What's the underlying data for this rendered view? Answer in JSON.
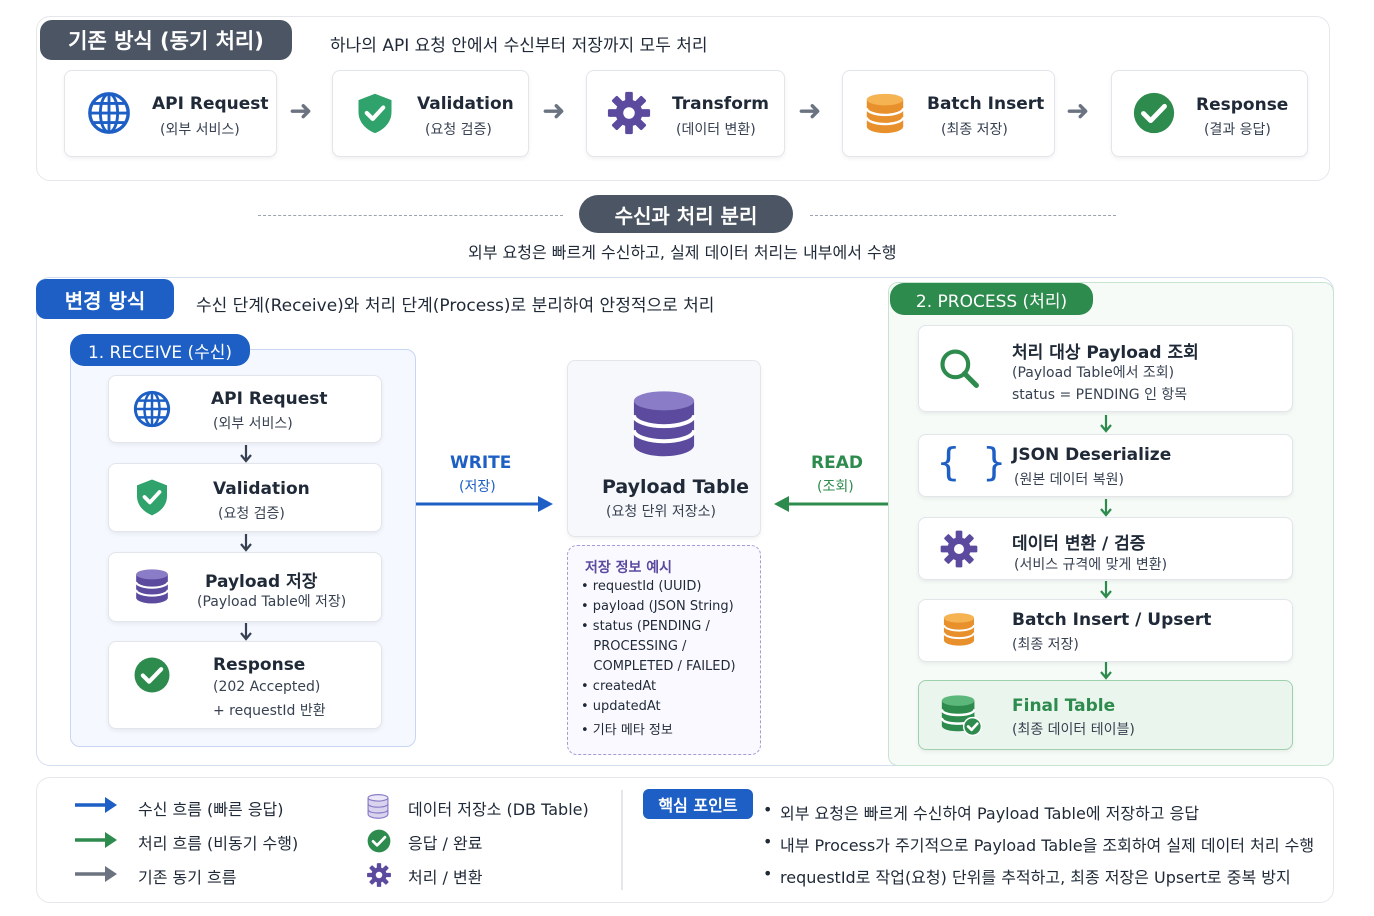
{
  "legacy": {
    "title": "기존 방식 (동기 처리)",
    "desc": "하나의 API 요청 안에서 수신부터 저장까지 모두 처리",
    "steps": [
      {
        "title": "API Request",
        "sub": "(외부 서비스)"
      },
      {
        "title": "Validation",
        "sub": "(요청 검증)"
      },
      {
        "title": "Transform",
        "sub": "(데이터 변환)"
      },
      {
        "title": "Batch Insert",
        "sub": "(최종 저장)"
      },
      {
        "title": "Response",
        "sub": "(결과 응답)"
      }
    ]
  },
  "divider": {
    "title": "수신과 처리 분리",
    "desc": "외부 요청은 빠르게 수신하고, 실제 데이터 처리는 내부에서 수행"
  },
  "changed": {
    "title": "변경 방식",
    "desc": "수신 단계(Receive)와 처리 단계(Process)로 분리하여 안정적으로 처리"
  },
  "receive": {
    "title": "1. RECEIVE (수신)",
    "steps": [
      {
        "title": "API Request",
        "sub": "(외부 서비스)"
      },
      {
        "title": "Validation",
        "sub": "(요청 검증)"
      },
      {
        "title": "Payload 저장",
        "sub": "(Payload Table에 저장)"
      },
      {
        "title": "Response",
        "sub": "(202 Accepted)",
        "sub2": "+ requestId 반환"
      }
    ]
  },
  "write": {
    "label": "WRITE",
    "sub": "(저장)"
  },
  "read": {
    "label": "READ",
    "sub": "(조회)"
  },
  "payload_table": {
    "title": "Payload Table",
    "sub": "(요청 단위 저장소)"
  },
  "storage_info": {
    "title": "저장 정보 예시",
    "lines": [
      "• requestId (UUID)",
      "• payload (JSON String)",
      "• status (PENDING /",
      "   PROCESSING /",
      "   COMPLETED / FAILED)",
      "• createdAt",
      "• updatedAt",
      "• 기타 메타 정보"
    ]
  },
  "process": {
    "title": "2. PROCESS (처리)",
    "steps": [
      {
        "title": "처리 대상 Payload 조회",
        "sub": "(Payload Table에서 조회)",
        "sub2": "status = PENDING 인 항목"
      },
      {
        "title": "JSON Deserialize",
        "sub": "(원본 데이터 복원)"
      },
      {
        "title": "데이터 변환 / 검증",
        "sub": "(서비스 규격에 맞게 변환)"
      },
      {
        "title": "Batch Insert / Upsert",
        "sub": "(최종 저장)"
      },
      {
        "title": "Final Table",
        "sub": "(최종 데이터 테이블)"
      }
    ]
  },
  "legend": {
    "items": [
      "수신 흐름 (빠른 응답)",
      "처리 흐름 (비동기 수행)",
      "기존 동기 흐름",
      "데이터 저장소 (DB Table)",
      "응답 / 완료",
      "처리 / 변환"
    ],
    "key_title": "핵심 포인트",
    "key_points": [
      "외부 요청은 빠르게 수신하여 Payload Table에 저장하고 응답",
      "내부 Process가 주기적으로 Payload Table을 조회하여 실제 데이터 처리 수행",
      "requestId로 작업(요청) 단위를 추적하고, 최종 저장은 Upsert로 중복 방지"
    ]
  },
  "icons": [
    "globe-icon",
    "shield-check-icon",
    "gear-icon",
    "database-icon",
    "check-circle-icon",
    "search-icon",
    "braces-icon",
    "final-table-icon"
  ],
  "colors": {
    "dark_pill": "#4b5563",
    "blue": "#1d5fc4",
    "green": "#2e8b4e",
    "purple": "#5b4a9e",
    "orange": "#e8902c",
    "grey_arrow": "#6b7280"
  }
}
